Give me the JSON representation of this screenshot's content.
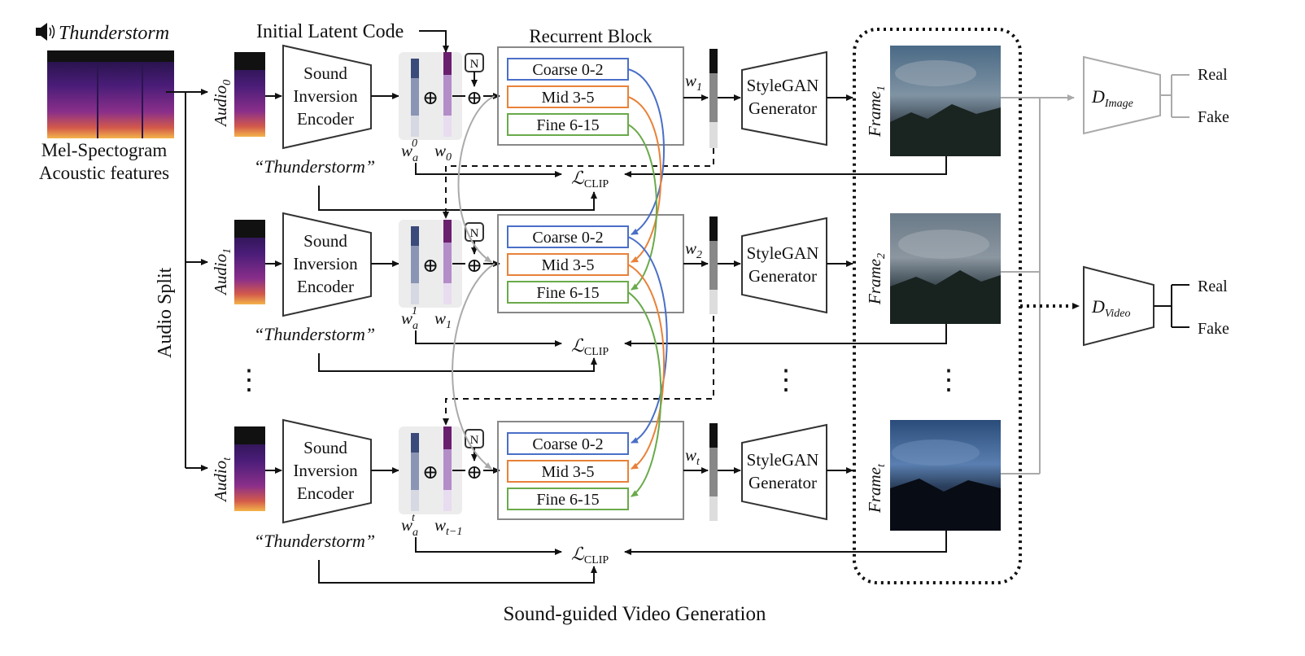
{
  "audio_title": "Thunderstorm",
  "spectrogram_caption": [
    "Mel-Spectogram",
    "Acoustic features"
  ],
  "audio_split_label": "Audio Split",
  "initial_latent_label": "Initial Latent Code",
  "recurrent_block_label": "Recurrent Block",
  "rows": [
    {
      "audio": "Audio",
      "audio_sub": "0",
      "wa_sup": "0",
      "w_label": "w",
      "w_sub": "0",
      "wout": "w",
      "wout_sub": "1",
      "frame": "Frame",
      "frame_sub": "1"
    },
    {
      "audio": "Audio",
      "audio_sub": "1",
      "wa_sup": "1",
      "w_label": "w",
      "w_sub": "1",
      "wout": "w",
      "wout_sub": "2",
      "frame": "Frame",
      "frame_sub": "2"
    },
    {
      "audio": "Audio",
      "audio_sub": "t",
      "wa_sup": "t",
      "w_label": "w",
      "w_sub": "t−1",
      "wout": "w",
      "wout_sub": "t",
      "frame": "Frame",
      "frame_sub": "t"
    }
  ],
  "encoder_label": [
    "Sound",
    "Inversion",
    "Encoder"
  ],
  "generator_label": [
    "StyleGAN",
    "Generator"
  ],
  "text_prompt": "“Thunderstorm”",
  "noise_label": "N",
  "styles": [
    "Coarse 0-2",
    "Mid 3-5",
    "Fine 6-15"
  ],
  "style_colors": [
    "#4a6fc7",
    "#e8823a",
    "#6aaa4b"
  ],
  "clip_loss": {
    "main": "ℒ",
    "sub": "CLIP"
  },
  "wa_label": "w",
  "wa_sub": "a",
  "disc_image": {
    "label": "D",
    "sub": "Image"
  },
  "disc_video": {
    "label": "D",
    "sub": "Video"
  },
  "outputs": [
    "Real",
    "Fake"
  ],
  "caption": "Sound-guided Video Generation",
  "ellipsis": "⋮"
}
